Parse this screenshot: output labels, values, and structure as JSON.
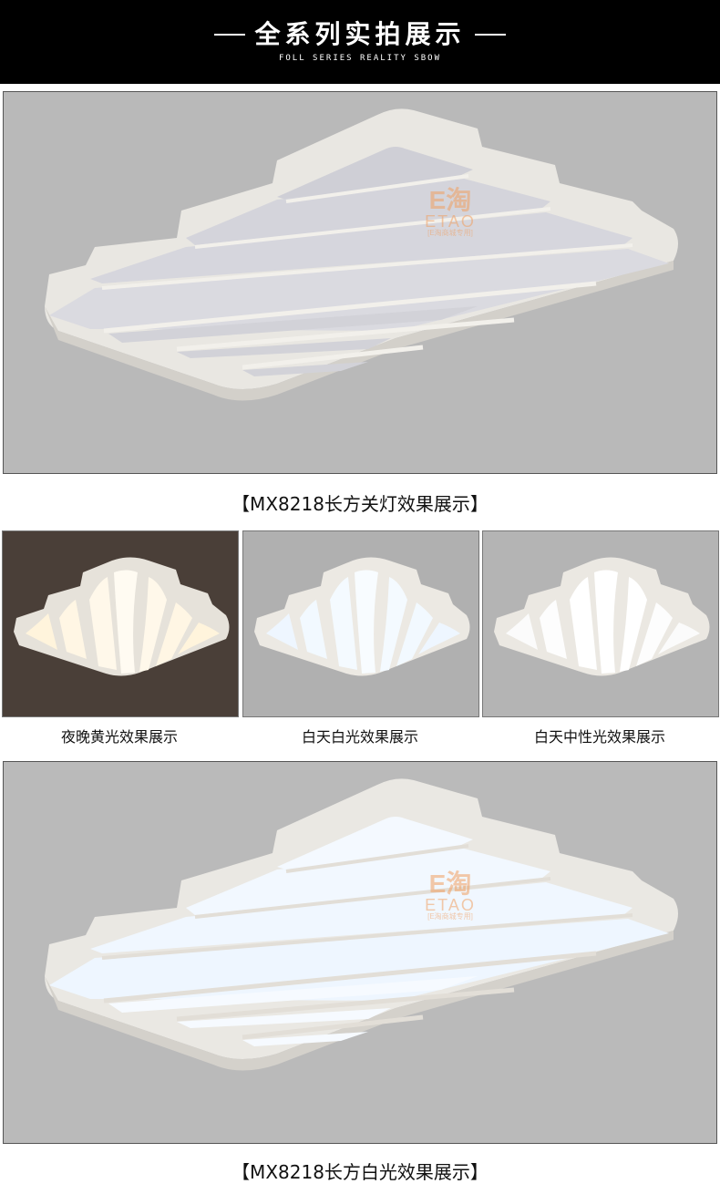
{
  "banner": {
    "title": "全系列实拍展示",
    "subtitle": "FOLL SERIES REALITY SBOW"
  },
  "watermark": {
    "logo": "E淘",
    "brand": "ETAO",
    "small": "[E淘商城专用]"
  },
  "photos": {
    "off_caption": "【MX8218长方关灯效果展示】",
    "variants": [
      {
        "label": "夜晚黄光效果展示"
      },
      {
        "label": "白天白光效果展示"
      },
      {
        "label": "白天中性光效果展示"
      }
    ],
    "white_caption": "【MX8218长方白光效果展示】"
  },
  "colors": {
    "banner_bg": "#000000",
    "photo_bg": "#b3b3b3",
    "night_bg": "#4a3f38",
    "warm_glow": "#fff4dc",
    "cool_glow": "#f2f9ff",
    "watermark": "#f1a062"
  }
}
